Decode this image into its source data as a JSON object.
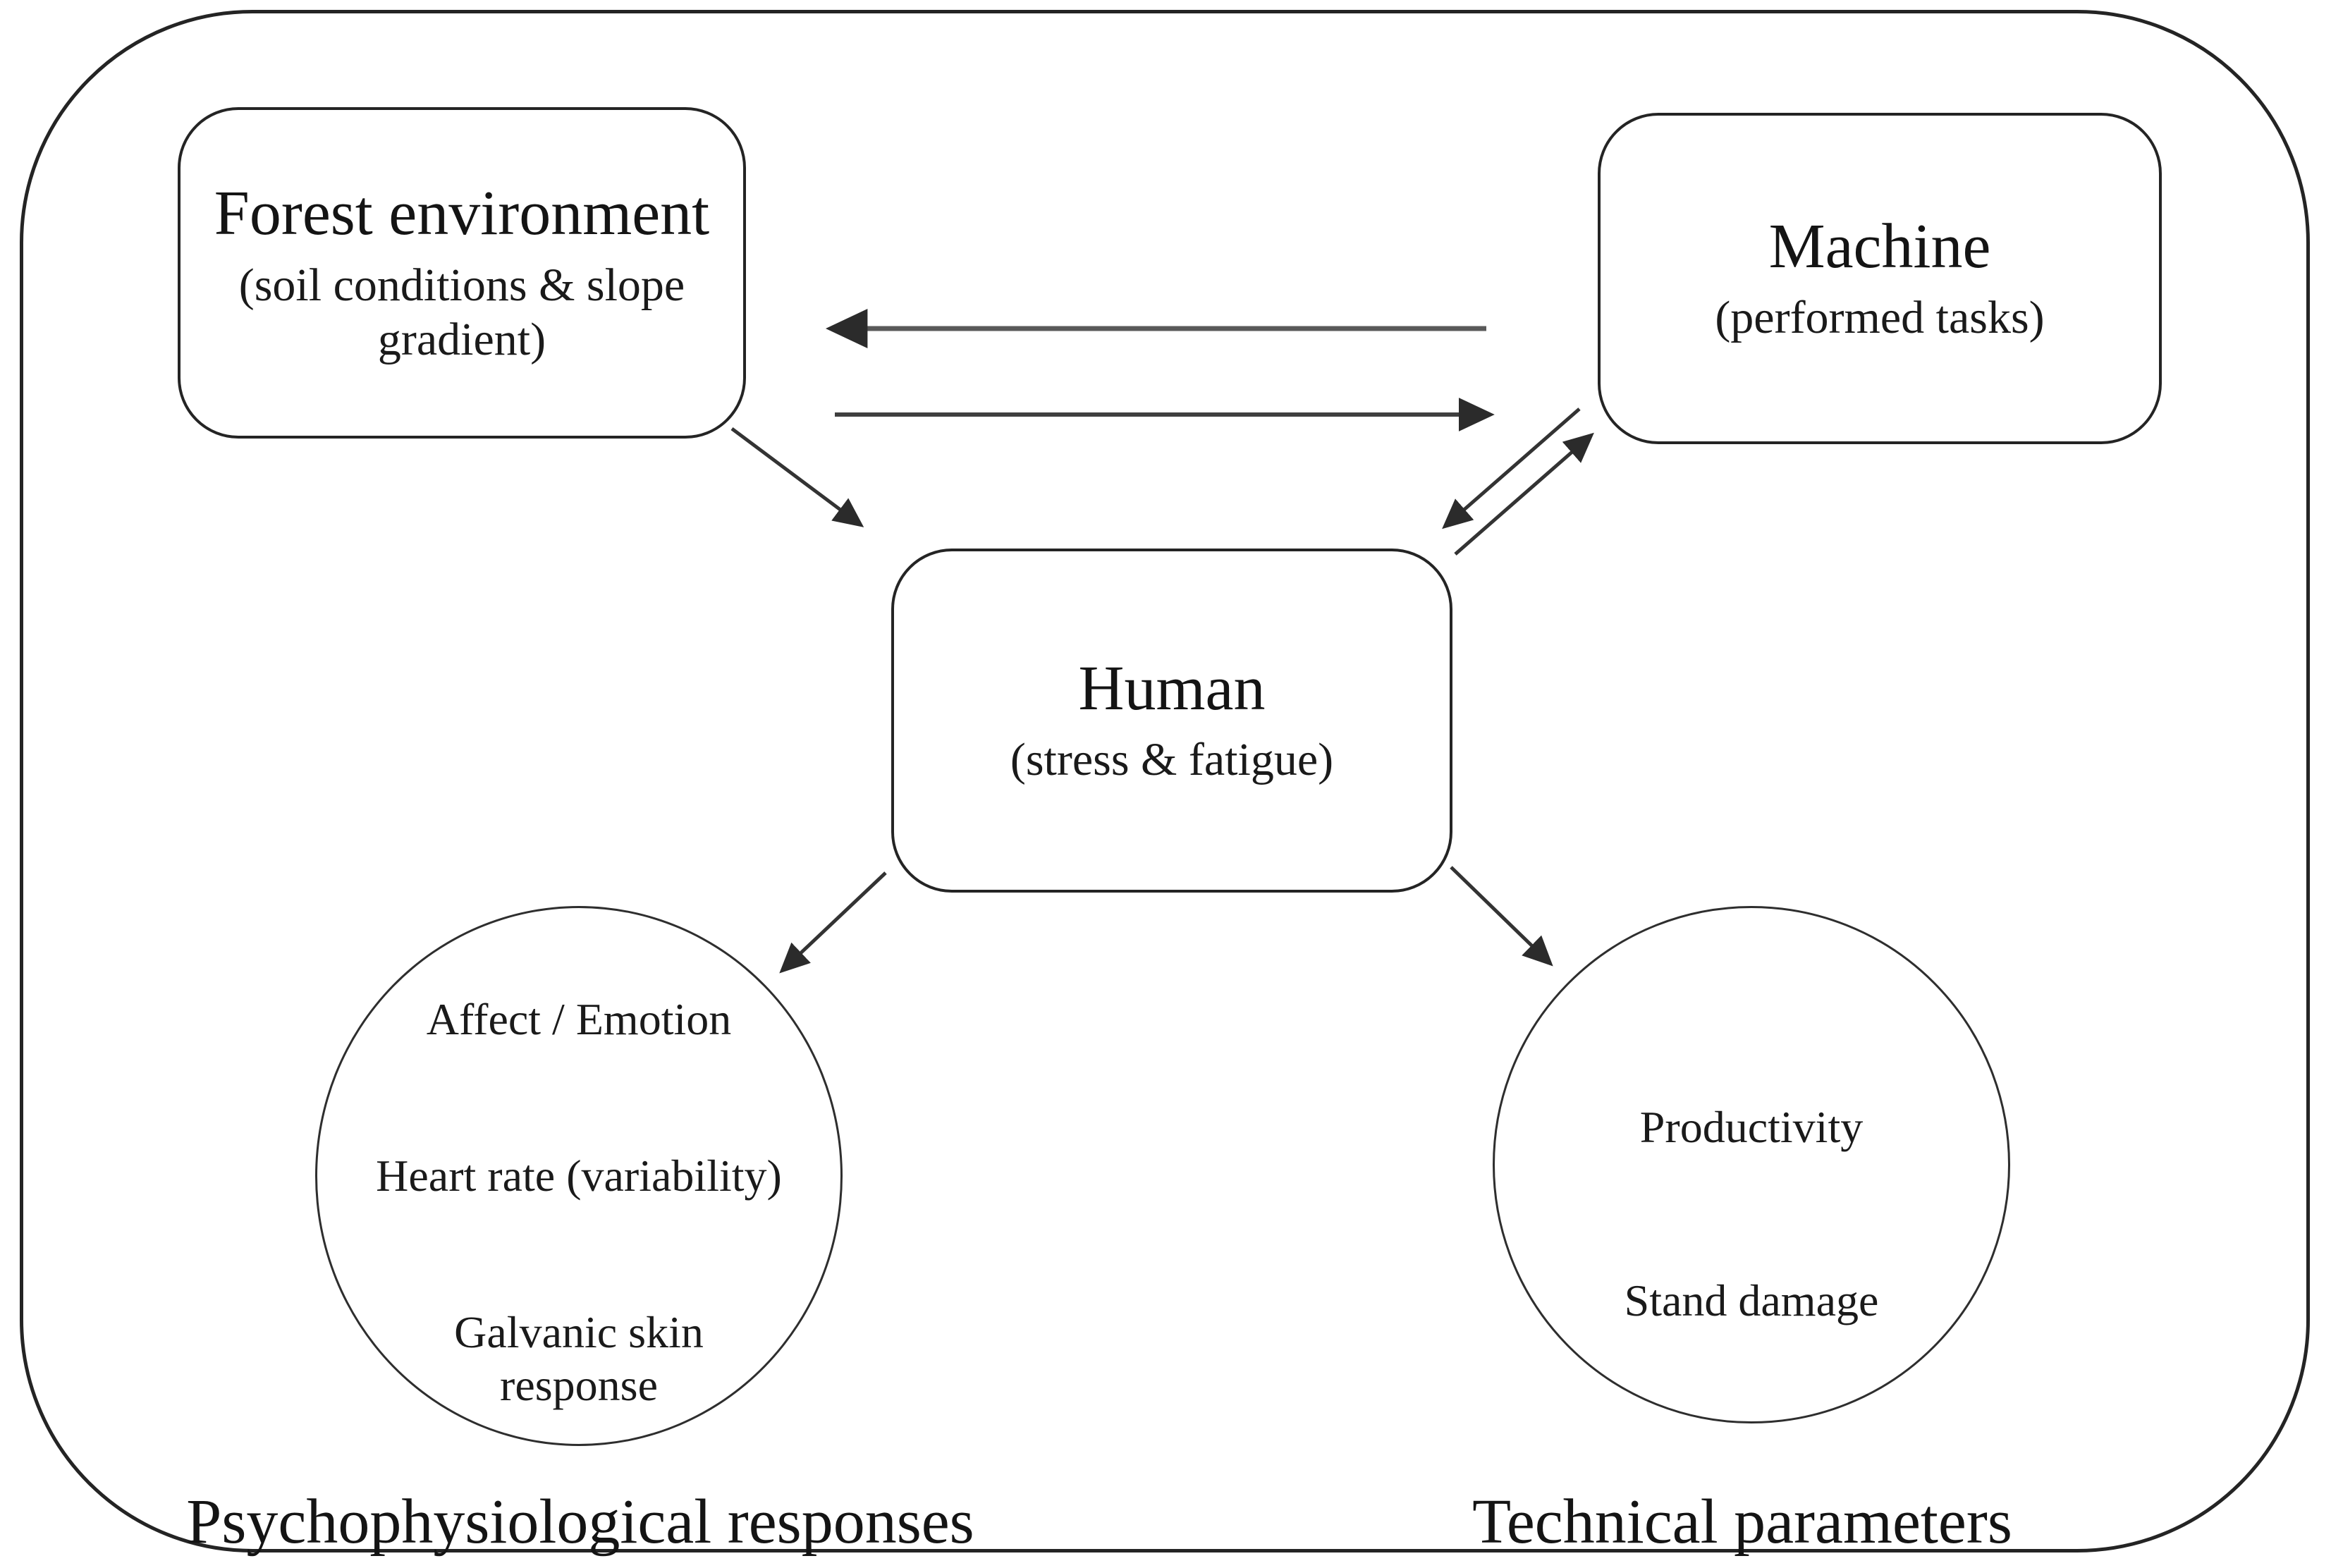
{
  "figure": {
    "nodes": {
      "forest": {
        "title": "Forest environment",
        "subtitle": "(soil conditions & slope gradient)"
      },
      "machine": {
        "title": "Machine",
        "subtitle": "(performed tasks)"
      },
      "human": {
        "title": "Human",
        "subtitle": "(stress & fatigue)"
      }
    },
    "psych_circle": {
      "items": [
        "Affect / Emotion",
        "Heart rate (variability)",
        "Galvanic skin response"
      ]
    },
    "tech_circle": {
      "items": [
        "Productivity",
        "Stand damage"
      ]
    },
    "captions": {
      "psych": "Psychophysiological responses",
      "tech": "Technical parameters"
    },
    "colors": {
      "ink": "#161616",
      "border": "#242424",
      "arrow": "#3f3f3f",
      "arrow_light": "#595959",
      "background": "#ffffff"
    }
  }
}
